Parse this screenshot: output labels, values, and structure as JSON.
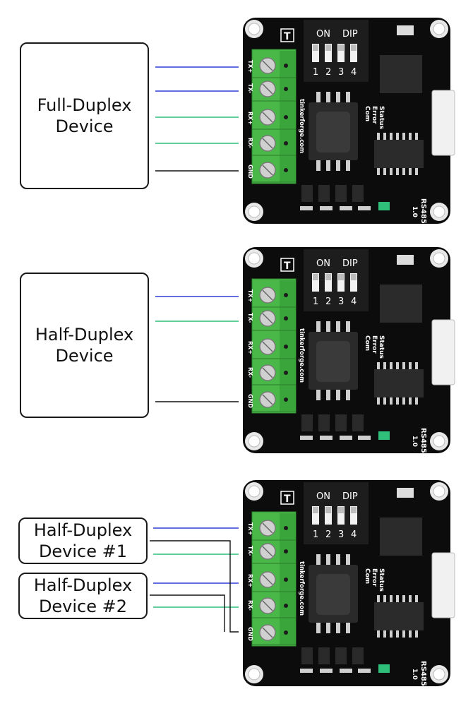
{
  "colors": {
    "tx_wire": "#2e3fd6",
    "rx_wire": "#2fbf7a",
    "gnd_wire": "#111111",
    "terminal": "#49b848",
    "pcb": "#0c0c0c"
  },
  "board": {
    "dip_on": "ON",
    "dip_label": "DIP",
    "dip_numbers": [
      "1",
      "2",
      "3",
      "4"
    ],
    "terminal_labels": [
      "TX+",
      "TX-",
      "RX+",
      "RX-",
      "GND"
    ],
    "brand_text": "tinkerforge.com",
    "led_labels": [
      "Status",
      "Error",
      "Com"
    ],
    "model_text": "RS485",
    "version_text": "1.0",
    "logo_text": "T"
  },
  "panels": [
    {
      "devices": [
        {
          "label": "Full-Duplex\nDevice"
        }
      ]
    },
    {
      "devices": [
        {
          "label": "Half-Duplex\nDevice"
        }
      ]
    },
    {
      "devices": [
        {
          "label": "Half-Duplex\nDevice #1"
        },
        {
          "label": "Half-Duplex\nDevice #2"
        }
      ]
    }
  ]
}
